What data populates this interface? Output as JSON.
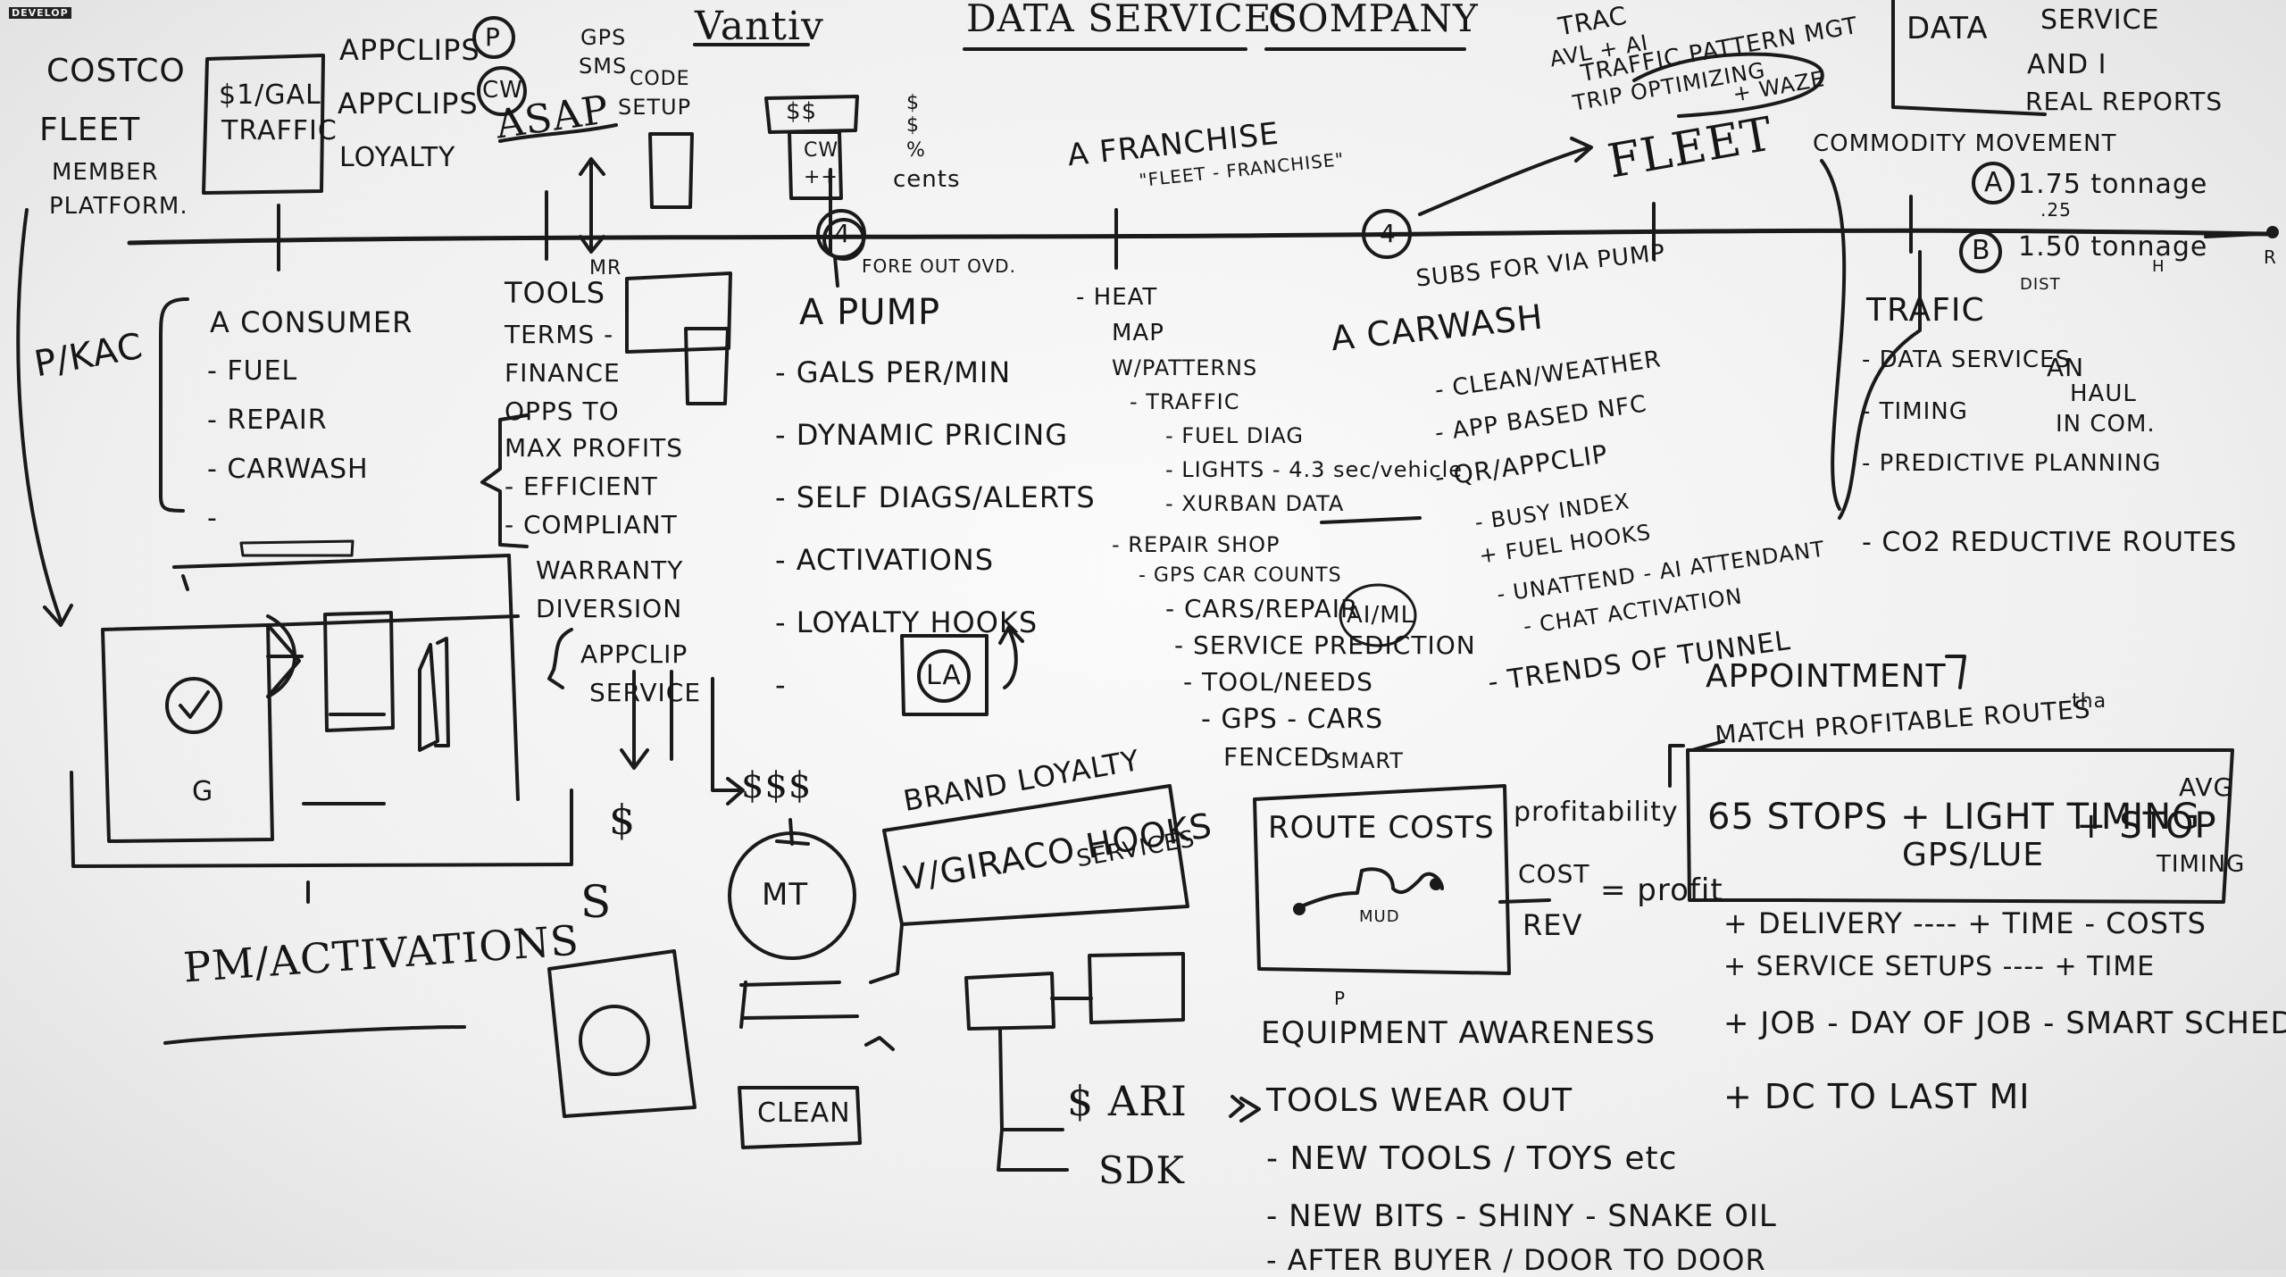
{
  "corner_label": "DEVELOP",
  "header": {
    "vantiv": "Vantiv",
    "title": "DATA SERVICES",
    "subtitle": "COMPANY"
  },
  "top_left": {
    "costco": "COSTCO",
    "fleet": "FLEET",
    "platform": [
      "MEMBER",
      "PLATFORM."
    ],
    "gal_box": [
      "$1/GAL",
      "TRAFFIC"
    ],
    "applics": [
      "APPCLIPS",
      "APPCLIPS",
      "LOYALTY"
    ],
    "circle_p": "P",
    "circle_cw": "CW",
    "asap": "ASAP",
    "gps_list": [
      "GPS",
      "SMS",
      "CODE",
      "SETUP"
    ],
    "ticket_box": [
      "$$",
      "CW",
      "++"
    ],
    "ticket_list": [
      "$",
      "$",
      "%",
      "cents"
    ]
  },
  "section_a_franchise": {
    "title": "A FRANCHISE",
    "sub": "\"FLEET - FRANCHISE\""
  },
  "section_fleet": {
    "list": [
      "TRAC",
      "AVL + AI",
      "TRAFFIC PATTERN MGT",
      "TRIP OPTIMIZING",
      "+ WAZE"
    ],
    "word": "FLEET"
  },
  "section_data": {
    "title": "DATA",
    "list": [
      "SERVICE",
      "AND I",
      "REAL REPORTS"
    ],
    "commodity": "COMMODITY MOVEMENT",
    "a_label": "A",
    "a_text": "1.75 tonnage",
    "a_sub": ".25",
    "b_label": "B",
    "b_text": "1.50 tonnage",
    "b_sub": "DIST",
    "h": "H",
    "r": "R"
  },
  "circle_4": "4",
  "circle_4b": "4",
  "pk_label": "P/KAC",
  "consumer": {
    "title": "A CONSUMER",
    "items": [
      "- FUEL",
      "- REPAIR",
      "- CARWASH",
      "-"
    ]
  },
  "tools": {
    "title": "TOOLS",
    "mr": "MR",
    "items": [
      "TERMS -",
      "FINANCE",
      "OPPS TO",
      "MAX PROFITS",
      "- EFFICIENT",
      "- COMPLIANT",
      "WARRANTY",
      "DIVERSION",
      "APPCLIP",
      "SERVICE"
    ]
  },
  "pump": {
    "title": "A PUMP",
    "note": "FORE OUT OVD.",
    "items": [
      "- GALS PER/MIN",
      "- DYNAMIC PRICING",
      "- SELF DIAGS/ALERTS",
      "- ACTIVATIONS",
      "- LOYALTY HOOKS",
      "-"
    ],
    "la": "LA"
  },
  "heatmap": {
    "items": [
      "- HEAT",
      "MAP",
      "W/PATTERNS",
      "- TRAFFIC",
      "- FUEL DIAG",
      "- LIGHTS - 4.3 sec/vehicle",
      "- XURBAN DATA",
      "- REPAIR SHOP",
      "- GPS CAR COUNTS",
      "- CARS/REPAIR",
      "- SERVICE PREDICTION",
      "- TOOL/NEEDS",
      "- GPS - CARS",
      "FENCED"
    ],
    "aiml": "AI/ML"
  },
  "carwash": {
    "subs": "SUBS FOR VIA PUMP",
    "title": "A CARWASH",
    "items": [
      "- CLEAN/WEATHER",
      "- APP BASED NFC",
      "- QR/APPCLIP",
      "- BUSY INDEX",
      "+ FUEL HOOKS",
      "- UNATTEND - AI ATTENDANT",
      "- CHAT ACTIVATION",
      "- TRENDS OF TUNNEL"
    ]
  },
  "traffic": {
    "title": "TRAFIC",
    "items": [
      "- DATA SERVICES",
      "- TIMING",
      "- PREDICTIVE PLANNING",
      "- CO2 REDUCTIVE ROUTES"
    ],
    "aside": [
      "AN",
      "HAUL",
      "IN COM."
    ]
  },
  "pm_activations": "PM/ACTIVATIONS",
  "dollar": "$",
  "dollars": "$$$",
  "s_letter": "S",
  "g_letter": "G",
  "mt": "MT",
  "clean": "CLEAN",
  "brand": [
    "BRAND LOYALTY",
    "V/GIRACO HOOKS",
    "SERVICES"
  ],
  "ari": "$ ARI",
  "sdk": "SDK",
  "smart": {
    "label": "SMART",
    "route": "ROUTE COSTS",
    "mud": "MUD",
    "profitability": "profitability",
    "cost": "COST",
    "rev": "REV",
    "profit": "= profit"
  },
  "appointment": {
    "title": "APPOINTMENT",
    "sub": "MATCH PROFITABLE ROUTES",
    "th": "tha",
    "box": [
      "65 STOPS + LIGHT TIMING",
      "GPS/LUE",
      "+ STOP",
      "AVG",
      "TIMING"
    ],
    "list": [
      "+ DELIVERY ---- + TIME - COSTS",
      "+ SERVICE SETUPS ---- + TIME",
      "+ JOB - DAY OF JOB - SMART SCHED",
      "+ DC TO LAST MI"
    ]
  },
  "equipment": {
    "title": "EQUIPMENT AWARENESS",
    "p": "P",
    "items": [
      "TOOLS WEAR OUT",
      "- NEW TOOLS / TOYS etc",
      "- NEW BITS - SHINY - SNAKE OIL",
      "- AFTER BUYER / DOOR TO DOOR"
    ]
  }
}
